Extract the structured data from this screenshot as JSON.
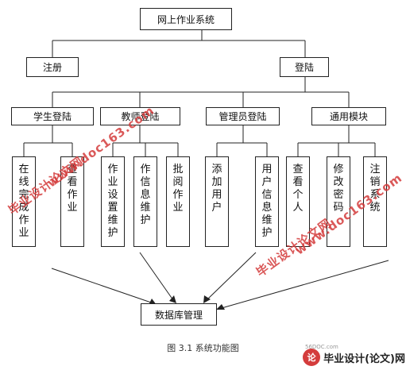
{
  "root": {
    "label": "网上作业系统"
  },
  "level1": {
    "register": "注册",
    "login": "登陆"
  },
  "level2": {
    "student": "学生登陆",
    "teacher": "教师登陆",
    "admin": "管理员登陆",
    "common": "通用模块"
  },
  "leaves": {
    "online_homework": "在线完成作业",
    "view_homework": "查看作业",
    "homework_setup": "作业设置维护",
    "info_maintain": "作信息维护",
    "grade_homework": "批阅作业",
    "add_user": "添加用户",
    "user_info": "用户信息维护",
    "view_personal": "查看个人",
    "change_pwd": "修改密码",
    "logout": "注销系统"
  },
  "db": {
    "label": "数据库管理"
  },
  "caption": "图 3.1  系统功能图",
  "watermarks": {
    "site": "www.doc163.com",
    "cn": "毕业设计论文网",
    "logo_cn": "毕业设计(论文)网",
    "logo_small": "56DOC.com"
  }
}
